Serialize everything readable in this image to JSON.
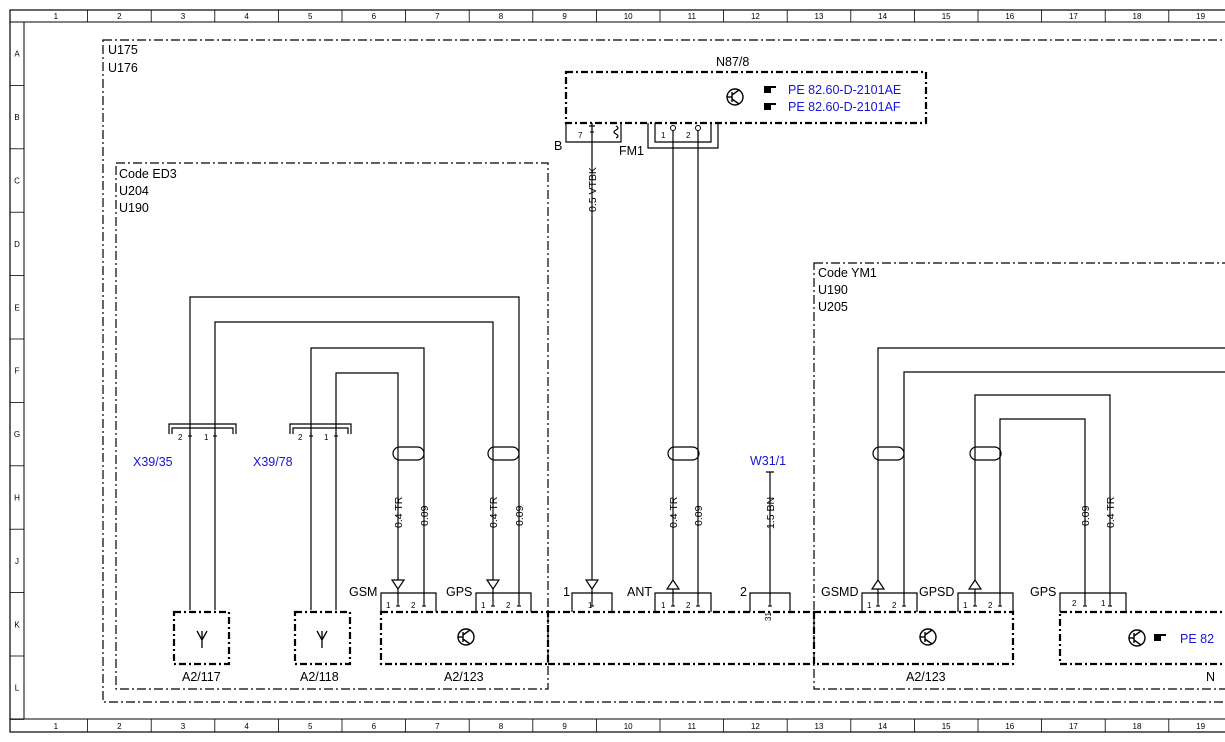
{
  "grid": {
    "columns": [
      "1",
      "2",
      "3",
      "4",
      "5",
      "6",
      "7",
      "8",
      "9",
      "10",
      "11",
      "12",
      "13",
      "14",
      "15",
      "16",
      "17",
      "18",
      "19"
    ],
    "rows": [
      "A",
      "B",
      "C",
      "D",
      "E",
      "F",
      "G",
      "H",
      "J",
      "K",
      "L"
    ]
  },
  "outer_box": {
    "line1": "U175",
    "line2": "U176"
  },
  "ed3_box": {
    "line1": "Code ED3",
    "line2": "U204",
    "line3": "U190"
  },
  "ym1_box": {
    "line1": "Code YM1",
    "line2": "U190",
    "line3": "U205"
  },
  "n87": {
    "label": "N87/8",
    "ref1": "PE 82.60-D-2101AE",
    "ref2": "PE 82.60-D-2101AF",
    "pin_b_label": "B",
    "pin_b_num": "7",
    "fm_label": "FM1",
    "pin1": "1",
    "pin2": "2"
  },
  "connectors": {
    "x39_35": {
      "label": "X39/35",
      "pin2": "2",
      "pin1": "1"
    },
    "x39_78": {
      "label": "X39/78",
      "pin2": "2",
      "pin1": "1"
    },
    "w31": {
      "label": "W31/1"
    }
  },
  "wires": {
    "gsm_tr": "0.4 TR",
    "gsm_009": "0.09",
    "gps_tr": "0.4 TR",
    "gps_009": "0.09",
    "vtbk": "0.5 VTBK",
    "ant_tr": "0.4 TR",
    "ant_009": "0.09",
    "bn": "1.5 BN",
    "gpsr_009": "0.09",
    "gpsr_tr": "0.4 TR"
  },
  "a2_123_left": {
    "label": "A2/123",
    "gsm": "GSM",
    "gps": "GPS",
    "gsm_p1": "1",
    "gsm_p2": "2",
    "gps_p1": "1",
    "gps_p2": "2"
  },
  "middle_pins": {
    "pin1_label": "1",
    "pin1_num": "1",
    "ant": "ANT",
    "ant_p1": "1",
    "ant_p2": "2",
    "pin2_label": "2",
    "pin31": "31"
  },
  "a2_123_right": {
    "label": "A2/123",
    "gsmd": "GSMD",
    "gpsd": "GPSD",
    "gsmd_p1": "1",
    "gsmd_p2": "2",
    "gpsd_p1": "1",
    "gpsd_p2": "2"
  },
  "right_module": {
    "gps": "GPS",
    "p2": "2",
    "p1": "1",
    "ref": "PE 82",
    "label": "N"
  },
  "antennas": {
    "a117": "A2/117",
    "a118": "A2/118"
  },
  "colors": {
    "reference_blue": "#1515d6",
    "line": "#000000"
  }
}
